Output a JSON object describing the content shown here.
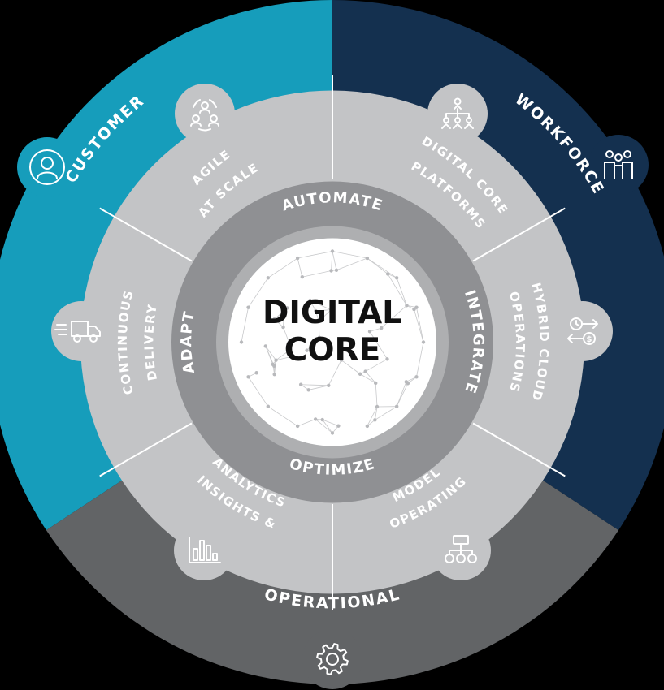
{
  "colors": {
    "customer": "#169dbb",
    "workforce": "#14304f",
    "operational": "#626466",
    "segment": "#c3c4c6",
    "segment_line": "#ffffff",
    "ring": "#8f9093",
    "ring_inner": "#aeafb1",
    "core": "#ffffff",
    "text": "#ffffff",
    "core_text": "#111111"
  },
  "outer": {
    "customer": "CUSTOMER",
    "workforce": "WORKFORCE",
    "operational": "OPERATIONAL"
  },
  "segments": [
    {
      "line1": "AGILE",
      "line2": "AT SCALE",
      "icon": "team-cycle-icon"
    },
    {
      "line1": "DIGITAL CORE",
      "line2": "PLATFORMS",
      "icon": "org-people-icon"
    },
    {
      "line1": "HYBRID CLOUD",
      "line2": "OPERATIONS",
      "icon": "exchange-icon"
    },
    {
      "line1": "OPERATING",
      "line2": "MODEL",
      "icon": "hierarchy-icon"
    },
    {
      "line1": "INSIGHTS &",
      "line2": "ANALYTICS",
      "icon": "bar-chart-icon"
    },
    {
      "line1": "CONTINUOUS",
      "line2": "DELIVERY",
      "icon": "truck-icon"
    }
  ],
  "ring": {
    "automate": "AUTOMATE",
    "integrate": "INTEGRATE",
    "optimize": "OPTIMIZE",
    "adapt": "ADAPT"
  },
  "core": {
    "line1": "DIGITAL",
    "line2": "CORE"
  },
  "outer_icons": {
    "customer": "person-icon",
    "workforce": "group-icon",
    "operational": "gear-icon"
  }
}
